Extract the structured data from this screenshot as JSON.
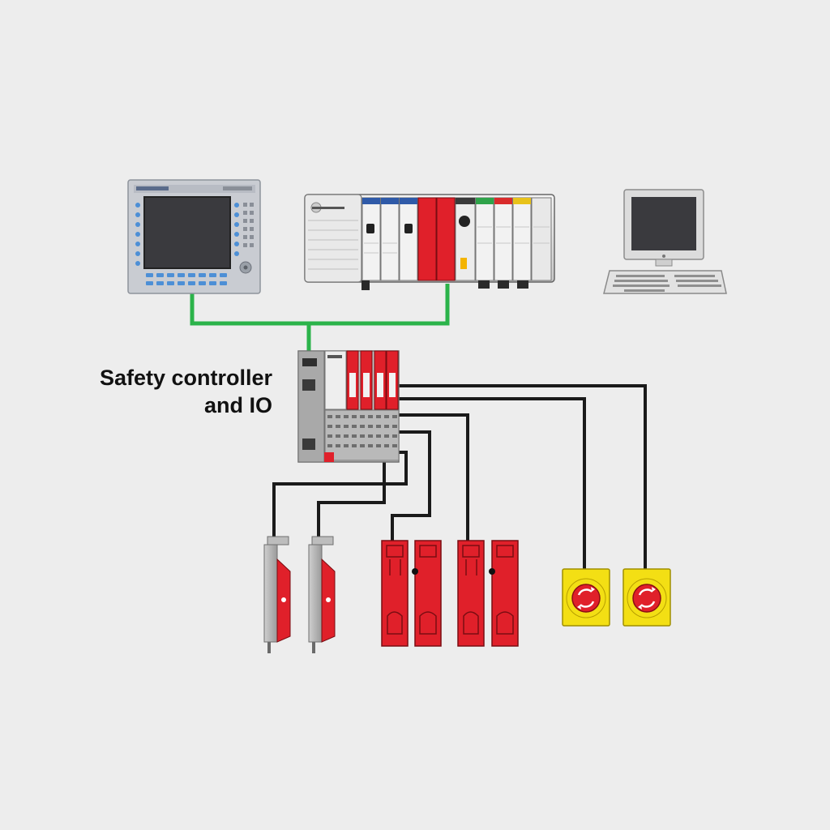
{
  "diagram": {
    "label": {
      "line1": "Safety controller",
      "line2": "and IO"
    },
    "colors": {
      "background": "#ededed",
      "ethernet": "#2bb34a",
      "wire": "#1a1a1a",
      "safety_red": "#e0202a",
      "estop_yellow": "#f3df14",
      "panel_grey": "#c9ccd2",
      "screen": "#3a3a3e"
    },
    "components": [
      {
        "id": "hmi",
        "icon": "operator-panel-icon"
      },
      {
        "id": "plc",
        "icon": "plc-rack-icon"
      },
      {
        "id": "pc",
        "icon": "computer-icon"
      },
      {
        "id": "safety_controller",
        "icon": "safety-io-icon"
      },
      {
        "id": "interlock_1",
        "icon": "interlock-switch-icon"
      },
      {
        "id": "interlock_2",
        "icon": "interlock-switch-icon"
      },
      {
        "id": "magnetic_switch_1",
        "icon": "magnetic-safety-switch-icon"
      },
      {
        "id": "magnetic_switch_2",
        "icon": "magnetic-safety-switch-icon"
      },
      {
        "id": "estop_1",
        "icon": "estop-icon"
      },
      {
        "id": "estop_2",
        "icon": "estop-icon"
      }
    ]
  }
}
